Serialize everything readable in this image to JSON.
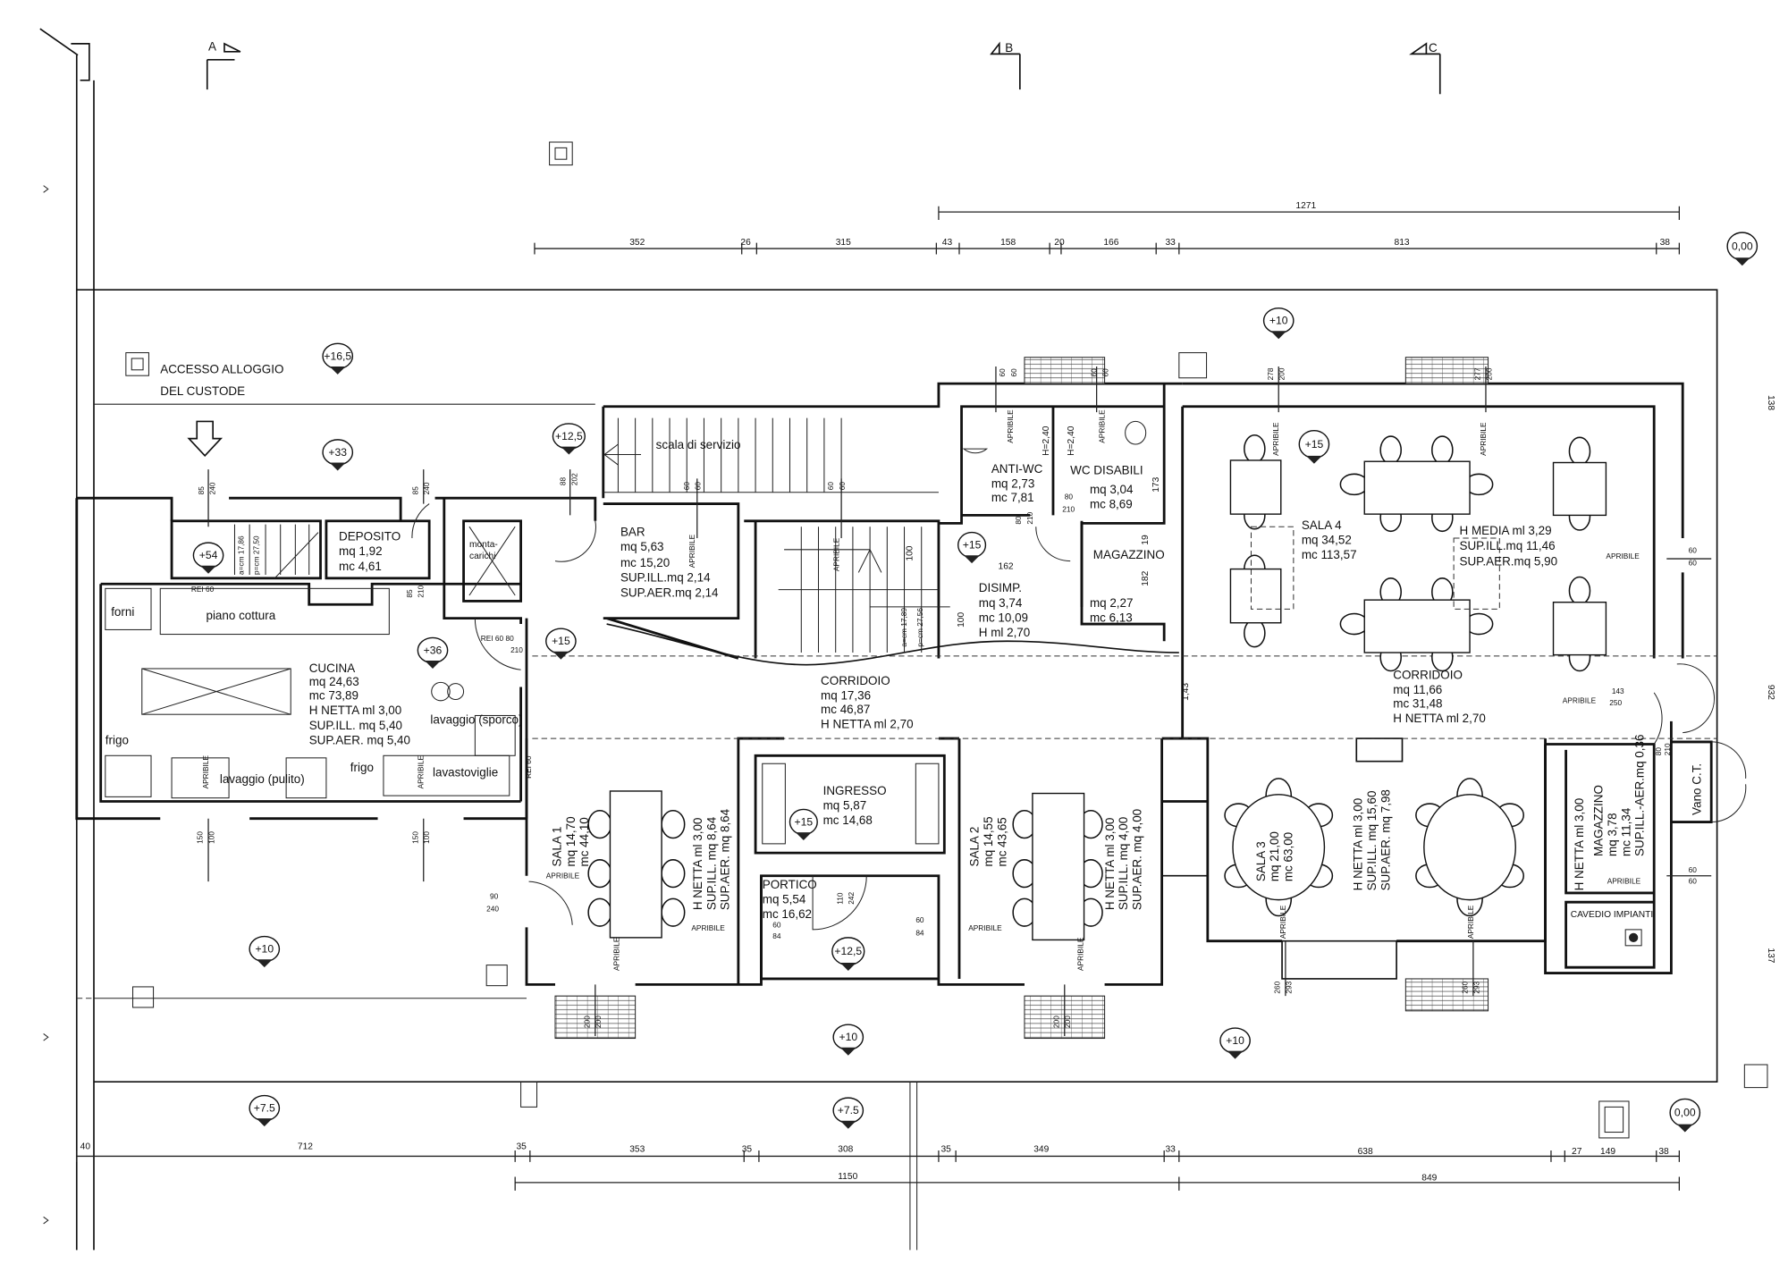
{
  "sections": [
    "A",
    "B",
    "C"
  ],
  "access": {
    "line1": "ACCESSO ALLOGGIO",
    "line2": "DEL CUSTODE"
  },
  "elevations": [
    "+16,5",
    "+33",
    "+12,5",
    "+54",
    "+36",
    "+15",
    "+15",
    "+10",
    "+15",
    "0,00",
    "+15",
    "+12,5",
    "+10",
    "+10",
    "+10",
    "+7.5",
    "+7.5",
    "0,00"
  ],
  "dims_top": {
    "overall": "1271",
    "segments": [
      "352",
      "26",
      "315",
      "43",
      "158",
      "20",
      "166",
      "33",
      "813",
      "38"
    ]
  },
  "dims_bottom": {
    "segments": [
      "40",
      "712",
      "35",
      "353",
      "35",
      "308",
      "35",
      "349",
      "33",
      "638",
      "27",
      "149",
      "38"
    ],
    "totals": [
      "1150",
      "849"
    ]
  },
  "dims_right": [
    "138",
    "932",
    "137"
  ],
  "rooms": {
    "cucina": {
      "name": "CUCINA",
      "lines": [
        "mq 24,63",
        "mc 73,89",
        "H NETTA ml 3,00",
        "SUP.ILL. mq 5,40",
        "SUP.AER. mq 5,40"
      ]
    },
    "deposito": {
      "name": "DEPOSITO",
      "lines": [
        "mq 1,92",
        "mc 4,61"
      ]
    },
    "montacarichi": {
      "lines": [
        "monta-",
        "carichi"
      ]
    },
    "bar": {
      "name": "BAR",
      "lines": [
        "mq 5,63",
        "mc 15,20",
        "SUP.ILL.mq 2,14",
        "SUP.AER.mq 2,14"
      ]
    },
    "scala": {
      "name": "scala di servizio"
    },
    "anti_wc": {
      "name": "ANTI-WC",
      "lines": [
        "mq 2,73",
        "mc 7,81"
      ]
    },
    "wc": {
      "name": "WC DISABILI",
      "lines": [
        "mq 3,04",
        "mc 8,69"
      ]
    },
    "magazzino1": {
      "name": "MAGAZZINO",
      "lines": [
        "mq 2,27",
        "mc 6,13"
      ]
    },
    "disimp": {
      "name": "DISIMP.",
      "lines": [
        "mq 3,74",
        "mc 10,09",
        "H ml 2,70"
      ]
    },
    "corridoio1": {
      "name": "CORRIDOIO",
      "lines": [
        "mq 17,36",
        "mc 46,87",
        "H NETTA ml 2,70"
      ]
    },
    "sala4": {
      "name": "SALA 4",
      "lines": [
        "mq 34,52",
        "mc 113,57"
      ],
      "extra": [
        "H MEDIA ml 3,29",
        "SUP.ILL.mq 11,46",
        "SUP.AER.mq 5,90"
      ]
    },
    "corridoio2": {
      "name": "CORRIDOIO",
      "lines": [
        "mq 11,66",
        "mc 31,48",
        "H NETTA ml 2,70"
      ]
    },
    "sala1": {
      "name": "SALA 1",
      "lines": [
        "mq 14,70",
        "mc 44,10"
      ],
      "extra": [
        "H NETTA ml 3,00",
        "SUP.ILL. mq 8,64",
        "SUP.AER. mq 8,64"
      ]
    },
    "ingresso": {
      "name": "INGRESSO",
      "lines": [
        "mq 5,87",
        "mc 14,68"
      ]
    },
    "portico": {
      "name": "PORTICO",
      "lines": [
        "mq 5,54",
        "mc 16,62"
      ]
    },
    "sala2": {
      "name": "SALA 2",
      "lines": [
        "mq 14,55",
        "mc 43,65"
      ],
      "extra": [
        "H NETTA ml 3,00",
        "SUP.ILL. mq 4,00",
        "SUP.AER. mq 4,00"
      ]
    },
    "sala3": {
      "name": "SALA 3",
      "lines": [
        "mq 21,00",
        "mc 63,00"
      ],
      "extra": [
        "H NETTA ml 3,00",
        "SUP.ILL. mq 15,60",
        "SUP.AER. mq 7,98"
      ]
    },
    "magazzino2": {
      "name": "MAGAZZINO",
      "lines": [
        "mq 3,78",
        "mc 11,34",
        "SUP.ILL.-AER.mq 0,36"
      ],
      "extra": "H NETTA ml 3,00"
    },
    "cavedio": {
      "name": "CAVEDIO IMPIANTI"
    },
    "vano": {
      "name": "Vano C.T."
    }
  },
  "fixtures": {
    "forni": "forni",
    "piano": "piano cottura",
    "frigo1": "frigo",
    "frigo2": "frigo",
    "sporco": "lavaggio (sporco)",
    "pulito": "lavaggio (pulito)",
    "lavastoviglie": "lavastoviglie"
  },
  "stairs": {
    "s1": [
      "a=cm 17,86",
      "p=cm 27,50"
    ],
    "s2": [
      "a=cm 17,89",
      "p=cm 27,56"
    ]
  },
  "apribile": "APRIBILE",
  "rei": {
    "rei60": "REI 60",
    "door": "REI 60  80",
    "door2": "210"
  },
  "openings": {
    "o1": [
      "85",
      "240"
    ],
    "o2": [
      "85",
      "240"
    ],
    "o3": [
      "88",
      "202"
    ],
    "o4": [
      "60",
      "60"
    ],
    "o5": [
      "60",
      "60"
    ],
    "o6": [
      "60",
      "60"
    ],
    "o7": [
      "60",
      "60"
    ],
    "o8": [
      "278",
      "200"
    ],
    "o9": [
      "277",
      "200"
    ],
    "o10": [
      "85",
      "210"
    ],
    "o11": [
      "150",
      "100"
    ],
    "o12": [
      "150",
      "100"
    ],
    "o13": [
      "90",
      "240"
    ],
    "o14": [
      "110",
      "242"
    ],
    "o15": [
      "60",
      "84"
    ],
    "o16": [
      "60",
      "84"
    ],
    "o17": [
      "200",
      "200"
    ],
    "o18": [
      "200",
      "200"
    ],
    "o19": [
      "260",
      "293"
    ],
    "o20": [
      "260",
      "293"
    ],
    "o21": [
      "60",
      "60"
    ],
    "o22": [
      "143",
      "250"
    ],
    "o23": [
      "80",
      "210"
    ],
    "o24": [
      "60",
      "60"
    ],
    "o25": [
      "80",
      "210"
    ],
    "o26": [
      "80",
      "210"
    ]
  },
  "misc": {
    "h1": "H=2,40",
    "h2": "H=2,40",
    "d173": "173",
    "d19": "19",
    "d182": "182",
    "d162": "162",
    "d100a": "100",
    "d100b": "100",
    "d143": "1,43"
  }
}
